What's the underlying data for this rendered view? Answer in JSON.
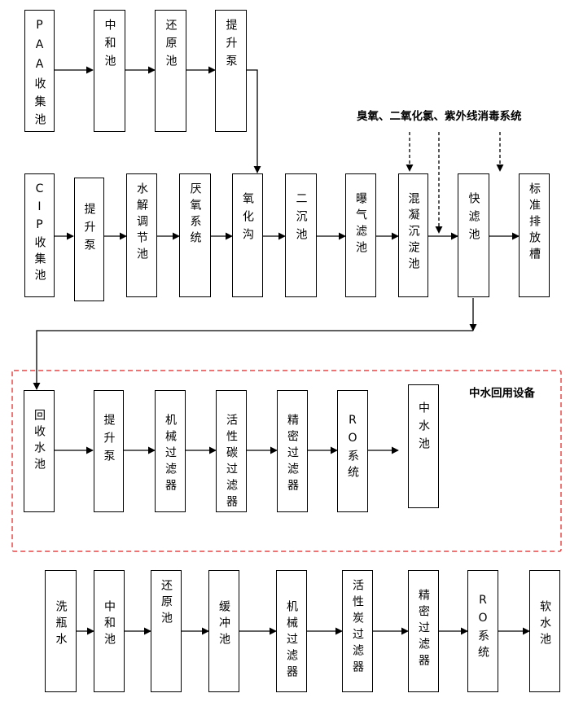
{
  "row1": [
    "PAA收集池",
    "中和池",
    "还原池",
    "提升泵"
  ],
  "row2": [
    "CIP收集池",
    "提升泵",
    "水解调节池",
    "厌氧系统",
    "氧化沟",
    "二沉池",
    "曝气滤池",
    "混凝沉淀池",
    "快滤池",
    "标准排放槽"
  ],
  "row3": [
    "回收水池",
    "提升泵",
    "机械过滤器",
    "活性碳过滤器",
    "精密过滤器",
    "RO系统",
    "中水池"
  ],
  "row4": [
    "洗瓶水",
    "中和池",
    "还原池",
    "缓冲池",
    "机械过滤器",
    "活性炭过滤器",
    "精密过滤器",
    "RO系统",
    "软水池"
  ],
  "labels": {
    "disinfection": "臭氧、二氧化氯、紫外线消毒系统",
    "reuse": "中水回用设备"
  }
}
